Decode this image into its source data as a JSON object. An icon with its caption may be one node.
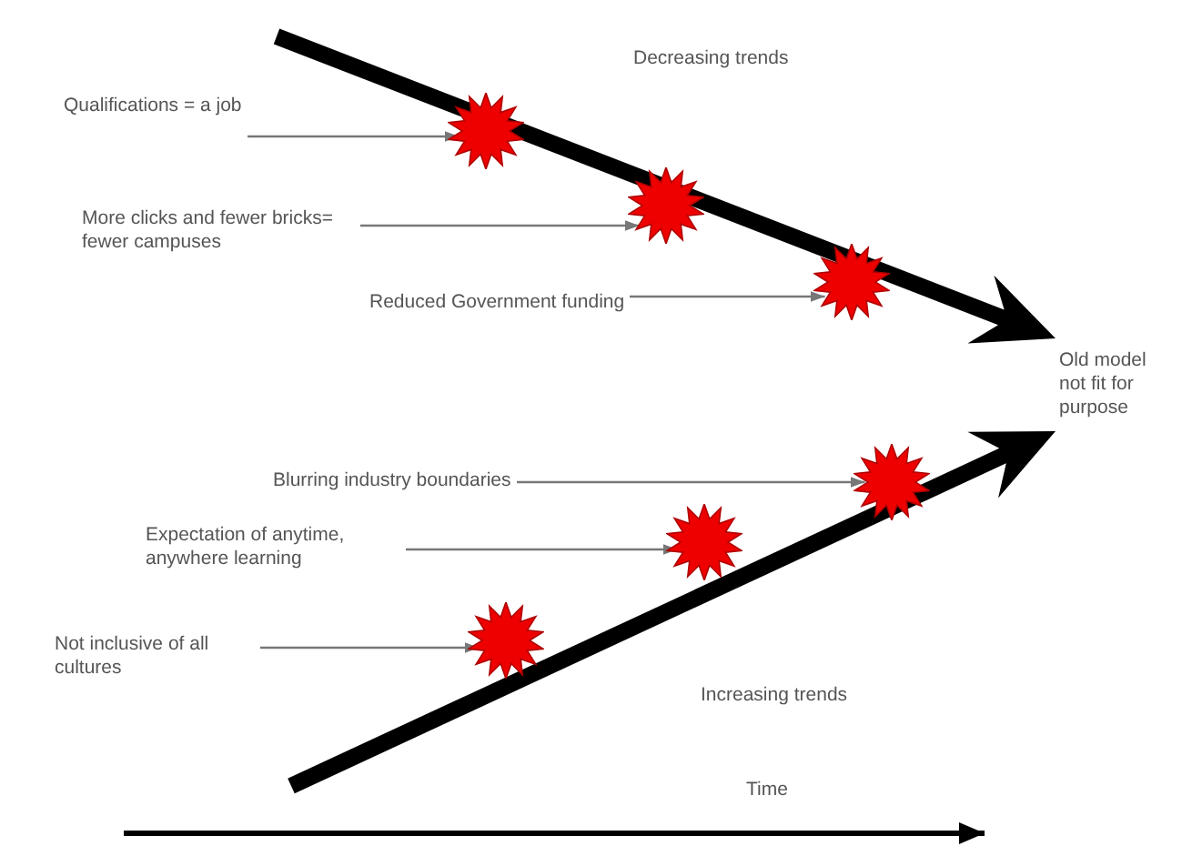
{
  "diagram": {
    "nodes": [
      {
        "text": [
          "Qualifications = a job"
        ]
      },
      {
        "text": [],
        "shape": "starburst"
      },
      {
        "text": [
          "More clicks and fewer bricks= fewer campuses"
        ]
      },
      {
        "text": [],
        "shape": "starburst"
      },
      {
        "text": [
          "Reduced Government funding"
        ]
      },
      {
        "text": [],
        "shape": "starburst"
      },
      {
        "text": [
          "Old model not fit for purpose"
        ]
      },
      {
        "text": [
          "Blurring industry boundaries"
        ]
      },
      {
        "text": [],
        "shape": "starburst"
      },
      {
        "text": [
          "Expectation of anytime, anywhere learning"
        ]
      },
      {
        "text": [],
        "shape": "starburst"
      },
      {
        "text": [
          "Not inclusive of all cultures"
        ]
      },
      {
        "text": [],
        "shape": "starburst"
      }
    ],
    "edges": [
      {
        "from": 0,
        "to": 1,
        "arrow": "to"
      },
      {
        "from": 2,
        "to": 3,
        "arrow": "to"
      },
      {
        "from": 4,
        "to": 5,
        "arrow": "to"
      },
      {
        "from": null,
        "to": 6,
        "arrow": "to",
        "style": "thick",
        "color": "#000000"
      },
      {
        "from": 7,
        "to": 8,
        "arrow": "to"
      },
      {
        "from": 9,
        "to": 10,
        "arrow": "to"
      },
      {
        "from": 11,
        "to": 12,
        "arrow": "to"
      },
      {
        "from": null,
        "to": 6,
        "arrow": "to",
        "style": "thick",
        "color": "#000000"
      }
    ],
    "labels": [
      "Decreasing trends",
      "Increasing trends",
      "Time"
    ]
  }
}
